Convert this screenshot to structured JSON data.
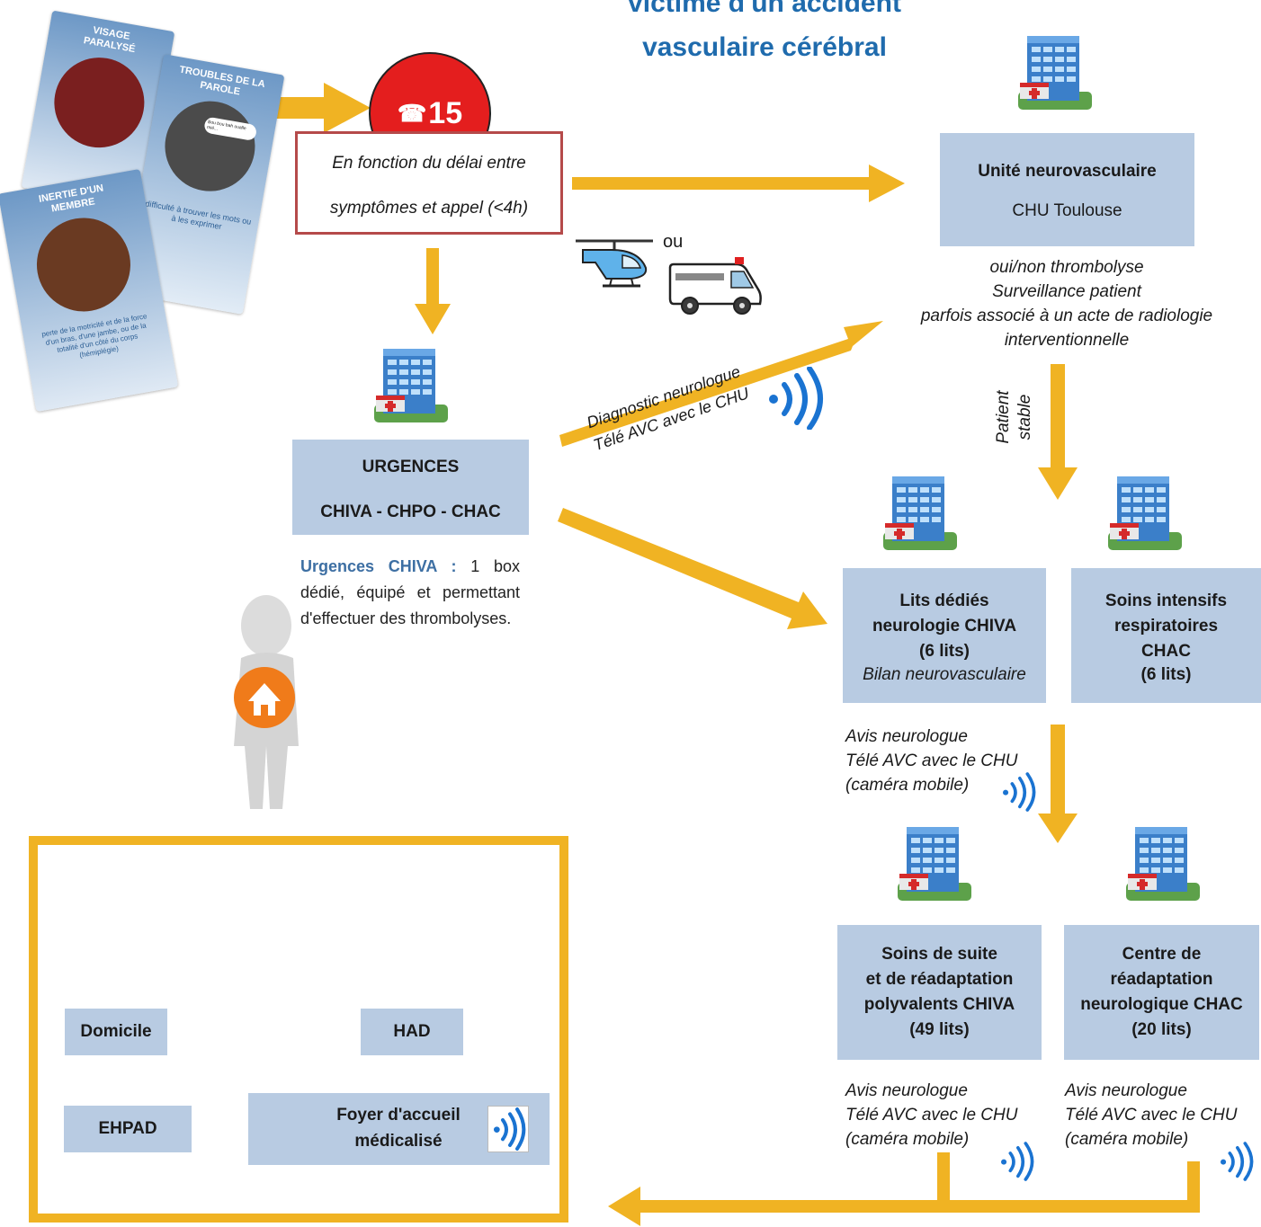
{
  "title": {
    "line1": "victime d'un accident",
    "line2": "vasculaire cérébral"
  },
  "cards": {
    "card1_title": "VISAGE PARALYSÉ",
    "card2_title": "TROUBLES DE LA PAROLE",
    "card2_bubble": "Bou bou bah oualle mié...",
    "card2_text": "difficulté à trouver les mots ou à les exprimer",
    "card3_title": "INERTIE D'UN MEMBRE",
    "card3_text": "perte de la motricité et de la force d'un bras, d'une jambe, ou de la totalité d'un côté du corps (hémiplégie)"
  },
  "samu": {
    "phone_glyph": "☎",
    "number": "15",
    "delay_line1": "En fonction du délai entre",
    "delay_line2": "symptômes et appel (<4h)"
  },
  "transport": {
    "or_label": "ou"
  },
  "neuro_unit": {
    "title": "Unité neurovasculaire",
    "subtitle": "CHU Toulouse",
    "notes": [
      "oui/non thrombolyse",
      "Surveillance patient",
      "parfois associé à un acte de radiologie",
      "interventionnelle"
    ]
  },
  "patient_stable": {
    "line1": "Patient",
    "line2": "stable"
  },
  "urgences": {
    "title": "URGENCES",
    "subtitle": "CHIVA - CHPO - CHAC",
    "desc_label": "Urgences CHIVA :",
    "desc_text": "1 box dédié, équipé et permettant d'effectuer des thrombolyses."
  },
  "diagnostic": {
    "line1": "Diagnostic neurologue",
    "line2": "Télé AVC avec le CHU"
  },
  "lits_dedies": {
    "line1": "Lits dédiés",
    "line2": "neurologie CHIVA",
    "line3": "(6 lits)",
    "line4": "Bilan neurovasculaire"
  },
  "soins_intensifs": {
    "line1": "Soins intensifs",
    "line2": "respiratoires",
    "line3": "CHAC",
    "line4": "(6 lits)"
  },
  "avis_mid": {
    "line1": "Avis neurologue",
    "line2": "Télé AVC avec le CHU",
    "line3": "(caméra mobile)"
  },
  "ssr": {
    "line1": "Soins de suite",
    "line2": "et de réadaptation",
    "line3": "polyvalents CHIVA",
    "line4": "(49 lits)"
  },
  "crn": {
    "line1": "Centre de",
    "line2": "réadaptation",
    "line3": "neurologique CHAC",
    "line4": "(20 lits)"
  },
  "avis_left": {
    "line1": "Avis neurologue",
    "line2": "Télé AVC avec le CHU",
    "line3": "(caméra mobile)"
  },
  "avis_right": {
    "line1": "Avis neurologue",
    "line2": "Télé AVC avec le CHU",
    "line3": "(caméra mobile)"
  },
  "destinations": {
    "domicile": "Domicile",
    "had": "HAD",
    "ehpad": "EHPAD",
    "foyer_line1": "Foyer d'accueil",
    "foyer_line2": "médicalisé"
  },
  "colors": {
    "accent_orange": "#f0b323",
    "title_blue": "#1f6bad",
    "box_blue": "#b8cbe2",
    "samu_red": "#e41e1e",
    "frame_red": "#b54a4a",
    "wifi_blue": "#1a73d1"
  },
  "icons": [
    "hospital-icon",
    "helicopter-icon",
    "ambulance-icon",
    "wifi-signal-icon",
    "home-person-icon",
    "phone-icon"
  ]
}
